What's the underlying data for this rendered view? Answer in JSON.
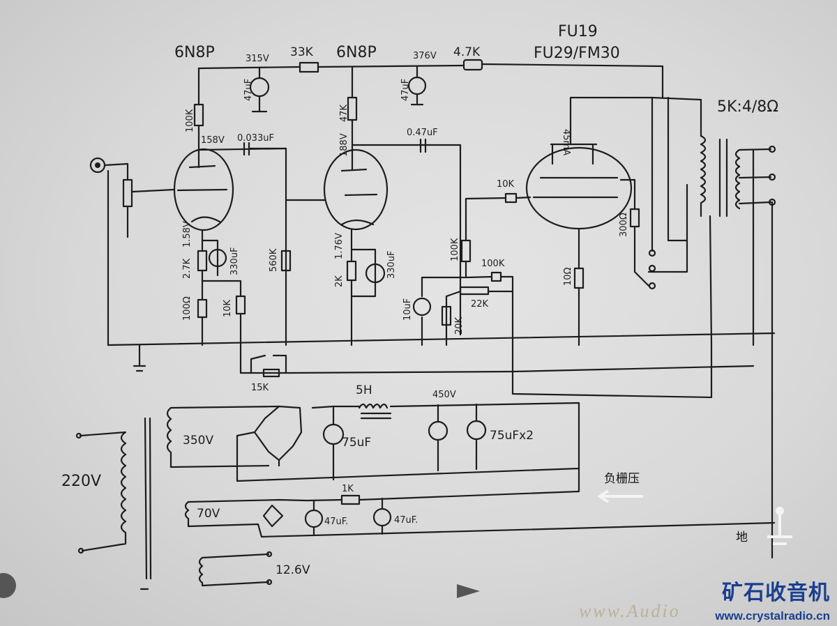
{
  "tubes": {
    "v1": "6N8P",
    "v2": "6N8P",
    "v3_main": "FU19",
    "v3_alt": "FU29/FM30"
  },
  "output_transformer": "5K:4/8Ω",
  "voltages": {
    "b1": "315V",
    "b2": "376V",
    "v1_plate": "158V",
    "v2_plate": "188V",
    "v1_cathode": "1.58V",
    "v2_cathode": "1.76V",
    "v3_current": "45mA",
    "hv": "450V",
    "hv_winding": "350V",
    "bias_winding": "70V",
    "heater": "12.6V",
    "mains": "220V"
  },
  "components": {
    "r_33k": "33K",
    "r_4k7": "4.7K",
    "c_47u_1": "47uF",
    "c_47u_2": "47uF",
    "r_100k_v1": "100K",
    "r_47k_v2": "47K",
    "c_0033": "0.033uF",
    "c_047": "0.47uF",
    "r_2k7": "2.7K",
    "c_330_1": "330uF",
    "r_100ohm": "100Ω",
    "r_10k": "10K",
    "r_560k": "560K",
    "r_2k": "2K",
    "c_330_2": "330uF",
    "r_100k_grid": "100K",
    "r_100k_bias": "100K",
    "r_grid_stop": "10K",
    "c_10u": "10uF",
    "r_20k": "20K",
    "r_22k": "22K",
    "r_300": "300Ω",
    "r_10ohm": "10Ω",
    "r_15k": "15K",
    "choke": "5H",
    "c_75u": "75uF",
    "c_75u_x2": "75uFx2",
    "r_1k": "1K",
    "c_47u_b1": "47uF.",
    "c_47u_b2": "47uF."
  },
  "annotations": {
    "neg_grid": "负栅压",
    "ground": "地"
  },
  "watermark": {
    "logo": "矿石收音机",
    "url": "www.crystalradio.cn",
    "audio": "www.Audio"
  }
}
